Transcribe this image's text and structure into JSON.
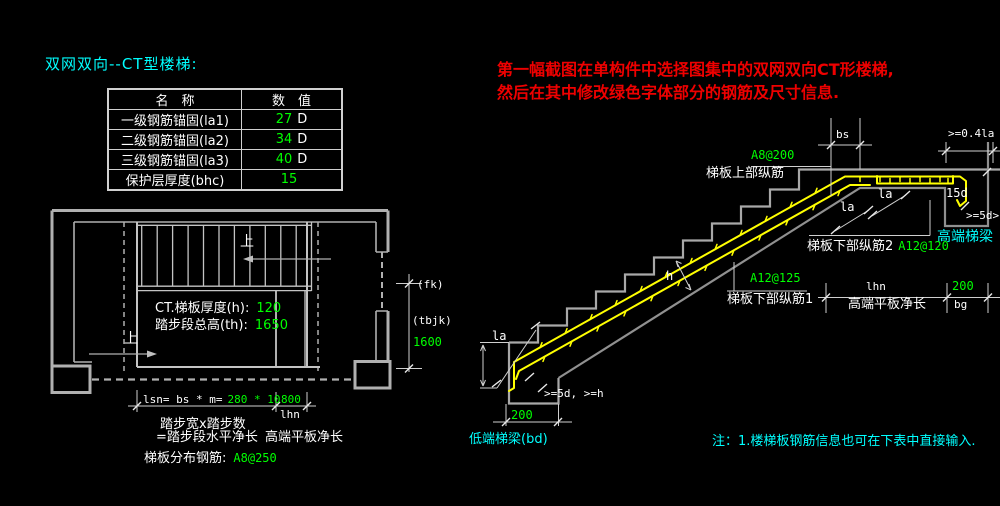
{
  "title": "双网双向--CT型楼梯:",
  "table": {
    "headers": [
      "名　称",
      "数　值"
    ],
    "rows": [
      {
        "label": "一级钢筋锚固(la1)",
        "value": "27",
        "unit": "D"
      },
      {
        "label": "二级钢筋锚固(la2)",
        "value": "34",
        "unit": "D"
      },
      {
        "label": "三级钢筋锚固(la3)",
        "value": "40",
        "unit": "D"
      },
      {
        "label": "保护层厚度(bhc)",
        "value": "15",
        "unit": ""
      }
    ]
  },
  "instructions": {
    "line1": "第一幅截图在单构件中选择图集中的双网双向CT形楼梯,",
    "line2": "然后在其中修改绿色字体部分的钢筋及尺寸信息."
  },
  "plan": {
    "up_label": "上",
    "thickness_label": "CT.梯板厚度(h):",
    "thickness_value": "120",
    "total_rise_label": "踏步段总高(th):",
    "total_rise_value": "1650",
    "formula_label": "lsn= bs * m=",
    "formula_value": "280 * 10",
    "dim_800": "800",
    "dim_lhn": "lhn",
    "note_line1": "踏步宽x踏步数",
    "note_line2": "=踏步段水平净长",
    "note_line2b": "高端平板净长",
    "dist_rebar_label": "梯板分布钢筋:",
    "dist_rebar_value": "A8@250",
    "dim_fk": "(fk)",
    "dim_tbjk": "(tbjk)",
    "dim_1600": "1600"
  },
  "elevation": {
    "top_rebar_value": "A8@200",
    "top_rebar_label": "梯板上部纵筋",
    "dim_bs": "bs",
    "dim_04la": ">=0.4la",
    "dim_la": "la",
    "dim_15d": "15d",
    "dim_5d": ">=5d>",
    "high_beam_label": "高端梯梁",
    "bottom_rebar2_label": "梯板下部纵筋2",
    "bottom_rebar2_value": "A12@120",
    "bottom_rebar1_value": "A12@125",
    "bottom_rebar1_label": "梯板下部纵筋1",
    "dim_lhn": "lhn",
    "dim_200": "200",
    "span_label": "高端平板净长",
    "dim_bg": "bg",
    "dim_h": "h",
    "low_anchor_label": ">=5d, >=h",
    "low_dim_200": "200",
    "low_beam_label": "低端梯梁(bd)"
  },
  "note": "注：1.楼梯板钢筋信息也可在下表中直接输入.",
  "colors": {
    "green": "#00ff00",
    "cyan": "#00ffff",
    "red": "#ee0000",
    "yellow": "#ffff00"
  }
}
